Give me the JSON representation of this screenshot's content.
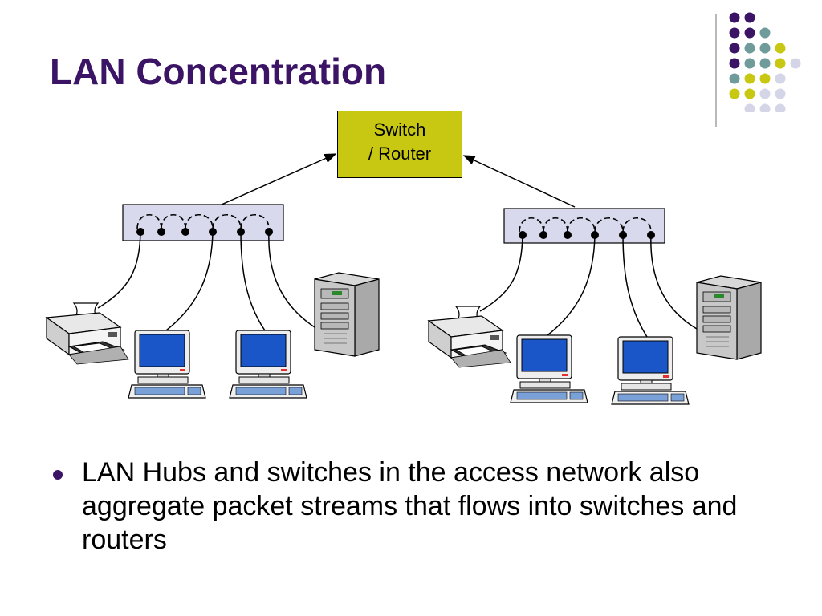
{
  "slide": {
    "title": "LAN Concentration",
    "bullet": "LAN Hubs and switches in the access network also aggregate packet streams that flows into switches and routers"
  },
  "diagram": {
    "core_device": {
      "line1": "Switch",
      "line2": "/ Router"
    },
    "hub_groups": [
      {
        "hub": "hub",
        "devices": [
          "printer",
          "workstation",
          "workstation",
          "server"
        ]
      },
      {
        "hub": "hub",
        "devices": [
          "printer",
          "workstation",
          "workstation",
          "server"
        ]
      }
    ]
  },
  "colors": {
    "title": "#3b1466",
    "switch_box": "#c8c812",
    "hub_fill": "#d9d9ee",
    "screen": "#1a56c8",
    "deco_purple": "#3b1466",
    "deco_teal": "#6f9b9b",
    "deco_yellow": "#c8c812",
    "deco_lavender": "#d5d5e8"
  }
}
